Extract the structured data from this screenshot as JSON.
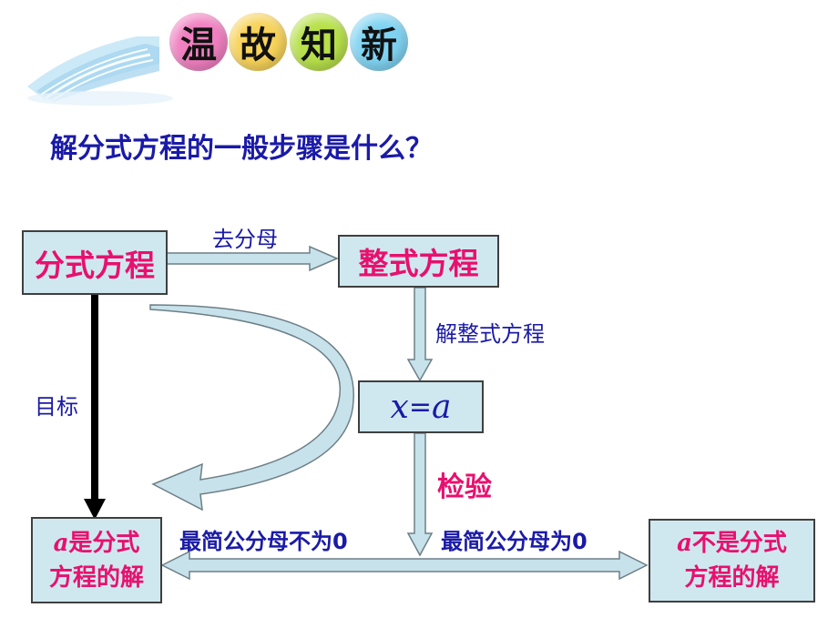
{
  "banner": {
    "chars": [
      "温",
      "故",
      "知",
      "新"
    ],
    "colors": [
      "#f07fc0",
      "#f7d35a",
      "#b7e04a",
      "#7fd3f2"
    ]
  },
  "question": "解分式方程的一般步骤是什么？",
  "nodes": {
    "fractional_equation": "分式方程",
    "integral_equation": "整式方程",
    "solution_prefix": "x",
    "solution_eq": "=",
    "solution_suffix": "a",
    "is_solution_var": "a",
    "is_solution_line1": "是分式",
    "is_solution_line2": "方程的解",
    "not_solution_var": "a",
    "not_solution_line1": "不是分式",
    "not_solution_line2": "方程的解"
  },
  "edges": {
    "clear_denominator": "去分母",
    "solve_integral": "解整式方程",
    "goal": "目标",
    "check": "检验",
    "lcd_not_zero": "最简公分母不为0",
    "lcd_zero": "最简公分母为0"
  },
  "colors": {
    "box_fill": "#cfe8f0",
    "node_text": "#e8106e",
    "label_text": "#1a1aa8",
    "arrow_fill": "#c8e2ec",
    "arrow_stroke": "#6c7f86"
  }
}
